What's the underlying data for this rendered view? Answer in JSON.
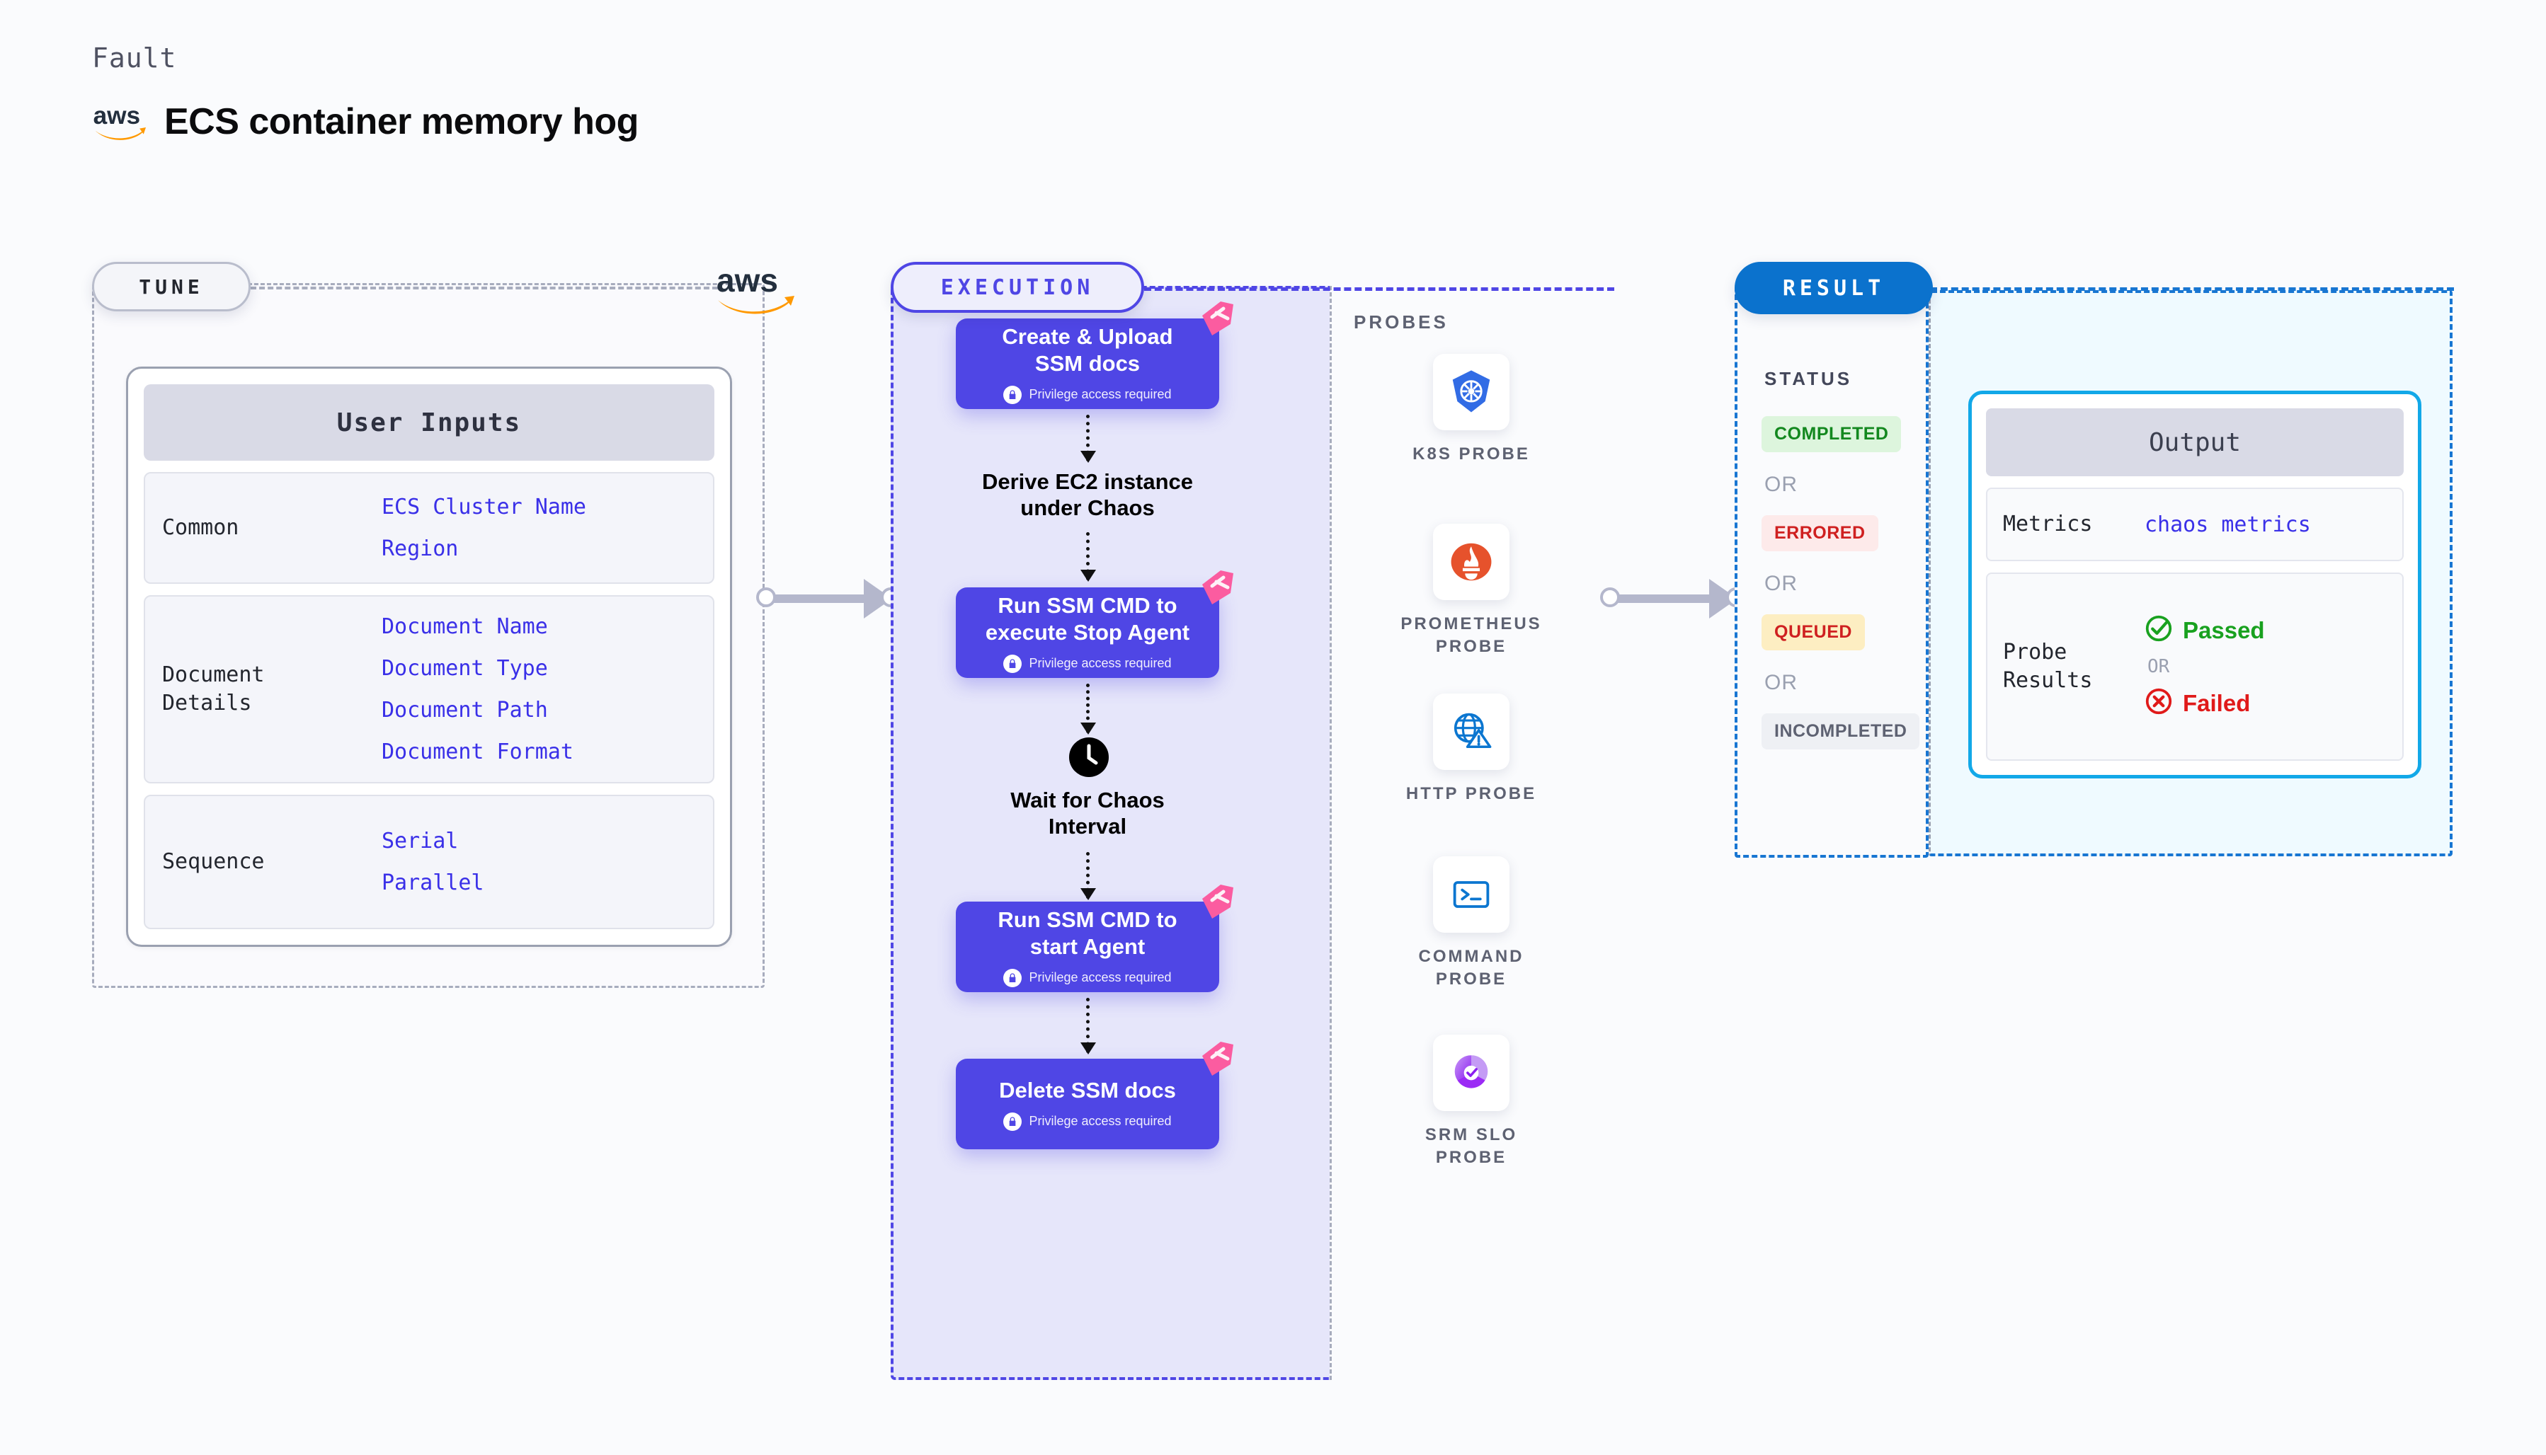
{
  "header": {
    "eyebrow": "Fault",
    "title": "ECS container memory hog",
    "logo_icon": "aws-logo-icon"
  },
  "tune": {
    "pill_label": "TUNE",
    "vendor_logo_icon": "aws-logo-icon",
    "card": {
      "header": "User Inputs",
      "groups": [
        {
          "label": "Common",
          "values": [
            "ECS Cluster Name",
            "Region"
          ]
        },
        {
          "label": "Document\nDetails",
          "label_line1": "Document",
          "label_line2": "Details",
          "values": [
            "Document Name",
            "Document Type",
            "Document Path",
            "Document Format"
          ]
        },
        {
          "label": "Sequence",
          "values": [
            "Serial",
            "Parallel"
          ]
        }
      ]
    }
  },
  "execution": {
    "pill_label": "EXECUTION",
    "nodes": [
      {
        "type": "action",
        "title": "Create & Upload SSM docs",
        "title_line1": "Create & Upload",
        "title_line2": "SSM docs",
        "sub": "Privilege access required",
        "lock_icon": "lock-icon",
        "sticker_icon": "harness-logo-icon"
      },
      {
        "type": "plain",
        "title": "Derive EC2 instance under Chaos",
        "title_line1": "Derive EC2 instance",
        "title_line2": "under Chaos"
      },
      {
        "type": "action",
        "title": "Run SSM CMD to execute Stop Agent",
        "title_line1": "Run SSM CMD to",
        "title_line2": "execute Stop Agent",
        "sub": "Privilege access required",
        "lock_icon": "lock-icon",
        "sticker_icon": "harness-logo-icon"
      },
      {
        "type": "wait",
        "title": "Wait for Chaos Interval",
        "title_line1": "Wait for Chaos",
        "title_line2": "Interval",
        "icon": "clock-icon"
      },
      {
        "type": "action",
        "title": "Run SSM CMD to start Agent",
        "title_line1": "Run SSM CMD to",
        "title_line2": "start Agent",
        "sub": "Privilege access required",
        "lock_icon": "lock-icon",
        "sticker_icon": "harness-logo-icon"
      },
      {
        "type": "action",
        "title": "Delete SSM docs",
        "title_line1": "Delete SSM docs",
        "title_line2": "",
        "sub": "Privilege access required",
        "lock_icon": "lock-icon",
        "sticker_icon": "harness-logo-icon"
      }
    ]
  },
  "probes": {
    "title": "PROBES",
    "items": [
      {
        "label": "K8S PROBE",
        "label_line1": "K8S PROBE",
        "label_line2": "",
        "icon": "kubernetes-icon"
      },
      {
        "label": "PROMETHEUS PROBE",
        "label_line1": "PROMETHEUS",
        "label_line2": "PROBE",
        "icon": "prometheus-icon"
      },
      {
        "label": "HTTP PROBE",
        "label_line1": "HTTP PROBE",
        "label_line2": "",
        "icon": "http-globe-warning-icon"
      },
      {
        "label": "COMMAND PROBE",
        "label_line1": "COMMAND",
        "label_line2": "PROBE",
        "icon": "terminal-icon"
      },
      {
        "label": "SRM SLO PROBE",
        "label_line1": "SRM SLO",
        "label_line2": "PROBE",
        "icon": "srm-slo-donut-icon"
      }
    ]
  },
  "result": {
    "pill_label": "RESULT",
    "status_title": "STATUS",
    "or_label": "OR",
    "statuses": [
      {
        "label": "COMPLETED",
        "bg": "#ddf5dd",
        "fg": "#13881f"
      },
      {
        "label": "ERRORED",
        "bg": "#fdeaea",
        "fg": "#cf2020"
      },
      {
        "label": "QUEUED",
        "bg": "#fdeec2",
        "fg": "#cf2020"
      },
      {
        "label": "INCOMPLETED",
        "bg": "#eef0f4",
        "fg": "#5e6272"
      }
    ]
  },
  "output": {
    "header": "Output",
    "metrics_label": "Metrics",
    "metrics_value": "chaos metrics",
    "probe_results_label_line1": "Probe",
    "probe_results_label_line2": "Results",
    "passed_label": "Passed",
    "failed_label": "Failed",
    "or_label": "OR",
    "passed_icon": "check-circle-icon",
    "failed_icon": "x-circle-icon",
    "passed_color": "#19a11f",
    "failed_color": "#e01a1a"
  },
  "colors": {
    "execution_accent": "#4f46e5",
    "result_accent": "#1876d2",
    "output_accent": "#12a8e8",
    "tune_accent": "#a7acbd",
    "value_blue": "#3a30e8"
  }
}
